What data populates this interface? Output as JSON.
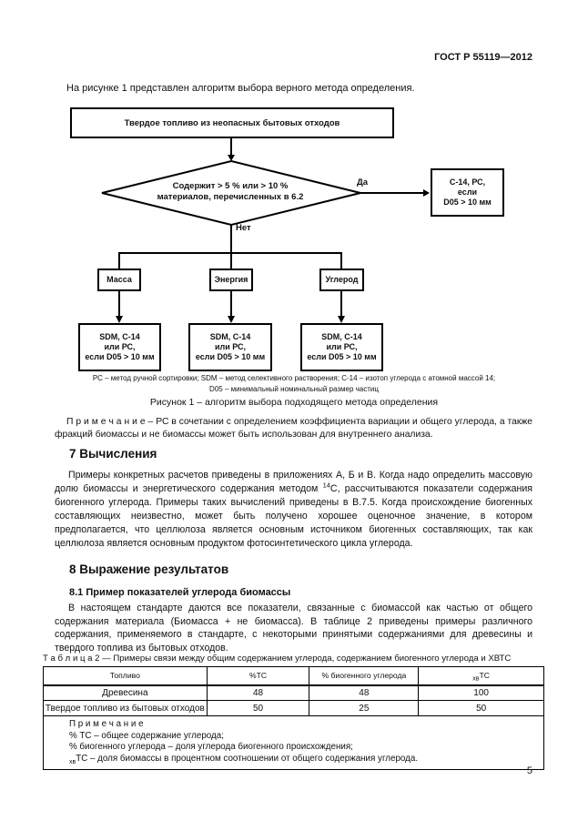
{
  "doc": {
    "header": "ГОСТ Р 55119—2012",
    "page_number": "5"
  },
  "intro": "На рисунке 1 представлен алгоритм выбора верного метода определения.",
  "figure": {
    "top_box": "Твердое топливо из неопасных бытовых отходов",
    "decision": {
      "line1": "Содержит > 5 % или > 10 %",
      "line2": "материалов, перечисленных в 6.2"
    },
    "yes_label": "Да",
    "no_label": "Нет",
    "yes_box": {
      "line1": "С-14, РС,",
      "line2": "если",
      "line3": "D05 > 10 мм"
    },
    "branch_boxes": [
      "Масса",
      "Энергия",
      "Углерод"
    ],
    "method_box": {
      "line1": "SDM, С-14",
      "line2": "или РС,",
      "line3": "если D05 > 10 мм"
    },
    "legend": {
      "line1": "РС – метод ручной сортировки; SDM – метод селективного растворения; С-14 – изотоп углерода с атомной массой 14;",
      "line2": "D05 – минимальный номинальный размер частиц"
    },
    "caption": "Рисунок 1 – алгоритм выбора подходящего метода определения"
  },
  "figure_note": "П р и м е ч а н и е  – РС в сочетании с определением коэффициента вариации и общего углерода, а также фракций биомассы и не биомассы может быть использован для внутреннего анализа.",
  "section7": {
    "heading": "7 Вычисления",
    "para_part1": "Примеры конкретных расчетов приведены в приложениях А, Б и В. Когда надо определить массовую долю биомассы и энергетического содержания методом ",
    "para_sup": "14",
    "para_part2": "С, рассчитываются показатели содержания биогенного углерода. Примеры таких вычислений приведены в В.7.5. Когда происхождение биогенных составляющих неизвестно, может быть получено хорошее оценочное значение, в котором предполагается, что целлюлоза является основным источником биогенных составляющих, так как целлюлоза является основным продуктом фотосинтетического цикла углерода."
  },
  "section8": {
    "heading": "8 Выражение результатов",
    "subheading": "8.1 Пример показателей углерода биомассы",
    "para": "В настоящем стандарте даются все показатели, связанные с биомассой как частью от общего содержания материала (Биомасса + не биомасса). В таблице 2 приведены примеры различного содержания, применяемого в стандарте, с некоторыми принятыми содержаниями для древесины и твердого топлива из бытовых отходов."
  },
  "table": {
    "caption": "Т а б л и ц а  2 — Примеры связи между общим содержанием углерода, содержанием биогенного углерода и ХВТС",
    "headers": {
      "col1": "Топливо",
      "col2": "%ТС",
      "col3": "% биогенного углерода",
      "col4_sub": "хв",
      "col4_main": "ТС"
    },
    "rows": [
      {
        "fuel": "Древесина",
        "tc": "48",
        "bio": "48",
        "xb": "100"
      },
      {
        "fuel": "Твердое топливо из бытовых отходов",
        "tc": "50",
        "bio": "25",
        "xb": "50"
      }
    ],
    "note": {
      "label": "П р и м е ч а н и е",
      "line1": "% ТС – общее содержание углерода;",
      "line2": "% биогенного углерода – доля углерода биогенного происхождения;",
      "line3_sub": "хв",
      "line3_main": "ТС – доля биомассы в процентном соотношении от общего содержания углерода."
    }
  }
}
